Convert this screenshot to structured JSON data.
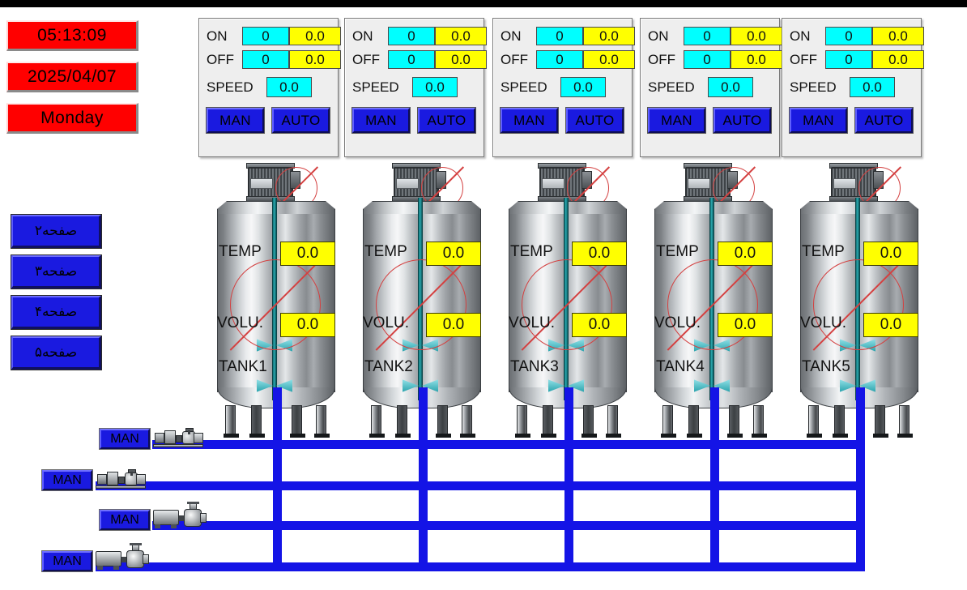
{
  "header": {
    "time": "05:13:09",
    "date": "2025/04/07",
    "day": "Monday"
  },
  "nav": {
    "buttons": [
      {
        "label": "صفحه۲"
      },
      {
        "label": "صفحه۳"
      },
      {
        "label": "صفحه۴"
      },
      {
        "label": "صفحه۵"
      }
    ]
  },
  "panel_labels": {
    "on": "ON",
    "off": "OFF",
    "speed": "SPEED",
    "man": "MAN",
    "auto": "AUTO"
  },
  "panels": [
    {
      "on_count": "0",
      "on_time": "0.0",
      "off_count": "0",
      "off_time": "0.0",
      "speed": "0.0",
      "man": "MAN",
      "auto": "AUTO"
    },
    {
      "on_count": "0",
      "on_time": "0.0",
      "off_count": "0",
      "off_time": "0.0",
      "speed": "0.0",
      "man": "MAN",
      "auto": "AUTO"
    },
    {
      "on_count": "0",
      "on_time": "0.0",
      "off_count": "0",
      "off_time": "0.0",
      "speed": "0.0",
      "man": "MAN",
      "auto": "AUTO"
    },
    {
      "on_count": "0",
      "on_time": "0.0",
      "off_count": "0",
      "off_time": "0.0",
      "speed": "0.0",
      "man": "MAN",
      "auto": "AUTO"
    },
    {
      "on_count": "0",
      "on_time": "0.0",
      "off_count": "0",
      "off_time": "0.0",
      "speed": "0.0",
      "man": "MAN",
      "auto": "AUTO"
    }
  ],
  "tank_labels": {
    "temp": "TEMP",
    "volume": "VOLU."
  },
  "tanks": [
    {
      "name": "TANK1",
      "temp": "0.0",
      "volume": "0.0"
    },
    {
      "name": "TANK2",
      "temp": "0.0",
      "volume": "0.0"
    },
    {
      "name": "TANK3",
      "temp": "0.0",
      "volume": "0.0"
    },
    {
      "name": "TANK4",
      "temp": "0.0",
      "volume": "0.0"
    },
    {
      "name": "TANK5",
      "temp": "0.0",
      "volume": "0.0"
    }
  ],
  "pumps": [
    {
      "mode": "MAN"
    },
    {
      "mode": "MAN"
    },
    {
      "mode": "MAN"
    },
    {
      "mode": "MAN"
    }
  ],
  "colors": {
    "clock_bg": "#ff0000",
    "button_blue": "#1a1ae0",
    "value_cyan": "#00ffff",
    "value_yellow": "#ffff00",
    "pipe_blue": "#1414e6",
    "panel_bg": "#eeeeee",
    "disabled_mark": "#d44040",
    "mixer_teal": "#2aa9b0"
  }
}
